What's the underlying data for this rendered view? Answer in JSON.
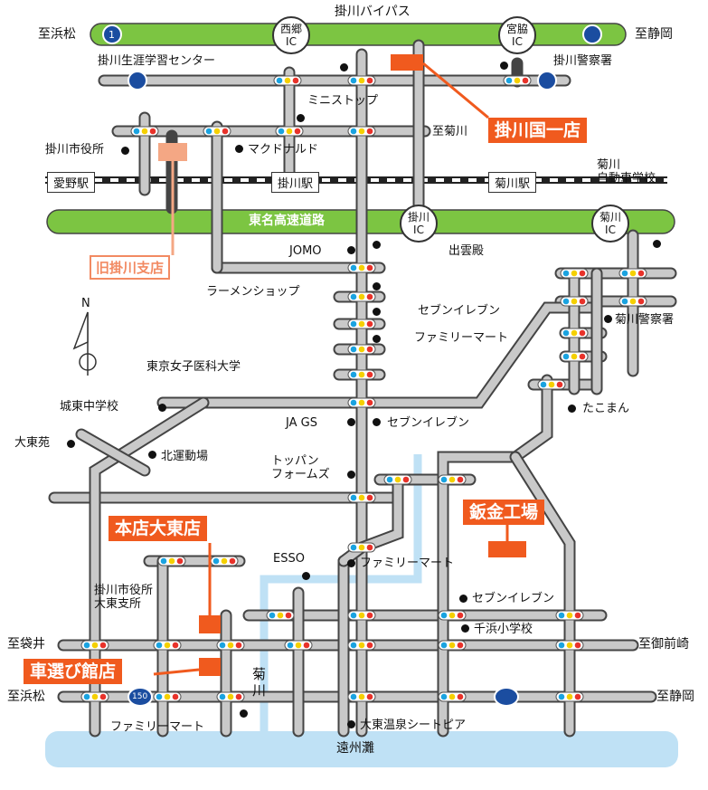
{
  "roads": {
    "bypass": "掛川バイパス",
    "tomei": "東名高速道路",
    "route1_left": "至浜松",
    "route1_right": "至静岡",
    "route150_left": "至浜松",
    "route150_right": "至静岡",
    "west_end": "至袋井",
    "east_end": "至御前崎",
    "kikugawa_dir": "至菊川",
    "route1_num": "1",
    "route150_num": "150"
  },
  "interchanges": {
    "nishigo": "西郷\nIC",
    "miyawaki": "宮脇\nIC",
    "kakegawa": "掛川\nIC",
    "kikugawa": "菊川\nIC"
  },
  "stations": {
    "aino": "愛野駅",
    "kakegawa": "掛川駅",
    "kikugawa": "菊川駅"
  },
  "shops": {
    "kokuichi": "掛川国一店",
    "old_branch": "旧掛川支店",
    "honten": "本店大東店",
    "kurumaerabi": "車選び館店",
    "bankin": "鈑金工場"
  },
  "landmarks": {
    "shogai": "掛川生涯学習センター",
    "police_kakegawa": "掛川警察署",
    "ministop": "ミニストップ",
    "cityhall": "掛川市役所",
    "mcdonalds": "マクドナルド",
    "driving_school": "菊川\n自動車学校",
    "jomo": "JOMO",
    "izumo": "出雲殿",
    "ramen": "ラーメンショップ",
    "seven1": "セブンイレブン",
    "family1": "ファミリーマート",
    "police_kikugawa": "菊川警察署",
    "twmu": "東京女子医科大学",
    "joto_jhs": "城東中学校",
    "daitoen": "大東苑",
    "hokuun": "北運動場",
    "ja_gs": "JA GS",
    "seven2": "セブンイレブン",
    "takoman": "たこまん",
    "toppan": "トッパン\nフォームズ",
    "esso": "ESSO",
    "family2": "ファミリーマート",
    "daito_branch": "掛川市役所\n大東支所",
    "seven3": "セブンイレブン",
    "chihama": "千浜小学校",
    "family3": "ファミリーマート",
    "onsen": "大東温泉シートピア",
    "river": "菊\n川",
    "sea": "遠州灘"
  },
  "colors": {
    "orange": "#f05a1e",
    "green": "#7cc542",
    "water": "#bfe1f5",
    "road": "#c9c9c9"
  }
}
